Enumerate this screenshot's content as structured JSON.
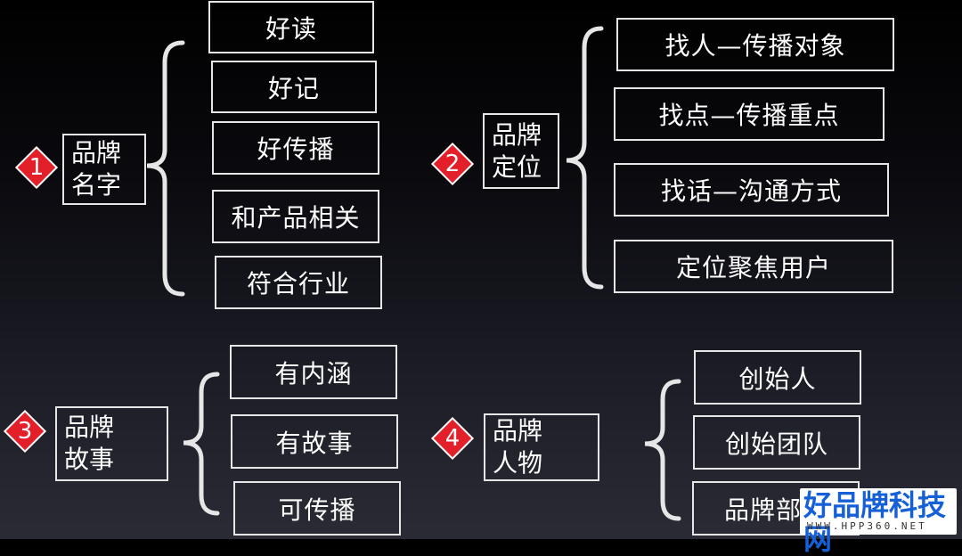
{
  "groups": [
    {
      "number": "1",
      "label_line1": "品牌",
      "label_line2": "名字",
      "items": [
        "好读",
        "好记",
        "好传播",
        "和产品相关",
        "符合行业"
      ]
    },
    {
      "number": "2",
      "label_line1": "品牌",
      "label_line2": "定位",
      "items": [
        "找人—传播对象",
        "找点—传播重点",
        "找话—沟通方式",
        "定位聚焦用户"
      ]
    },
    {
      "number": "3",
      "label_line1": "品牌",
      "label_line2": "故事",
      "items": [
        "有内涵",
        "有故事",
        "可传播"
      ]
    },
    {
      "number": "4",
      "label_line1": "品牌",
      "label_line2": "人物",
      "items": [
        "创始人",
        "创始团队",
        "品牌部门"
      ]
    }
  ],
  "watermark": {
    "main": "好品牌科技网",
    "sub": "WWW.HPP360.NET"
  },
  "colors": {
    "badge": "#e3202a",
    "border": "#e6e6e6",
    "watermark_text": "#1560d6"
  }
}
